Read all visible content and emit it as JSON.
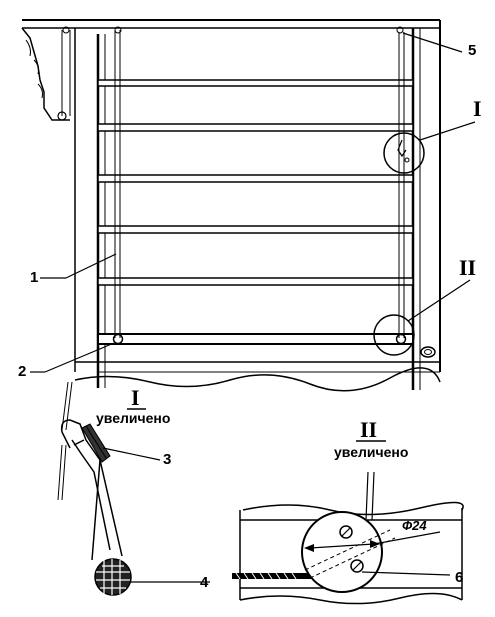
{
  "callouts": {
    "n1": "1",
    "n2": "2",
    "n3": "3",
    "n4": "4",
    "n5": "5",
    "n6": "6"
  },
  "detail_i": {
    "mark": "I",
    "caption": "увеличено"
  },
  "detail_ii": {
    "mark": "II",
    "caption": "увеличено"
  },
  "dimension": "Ф24"
}
